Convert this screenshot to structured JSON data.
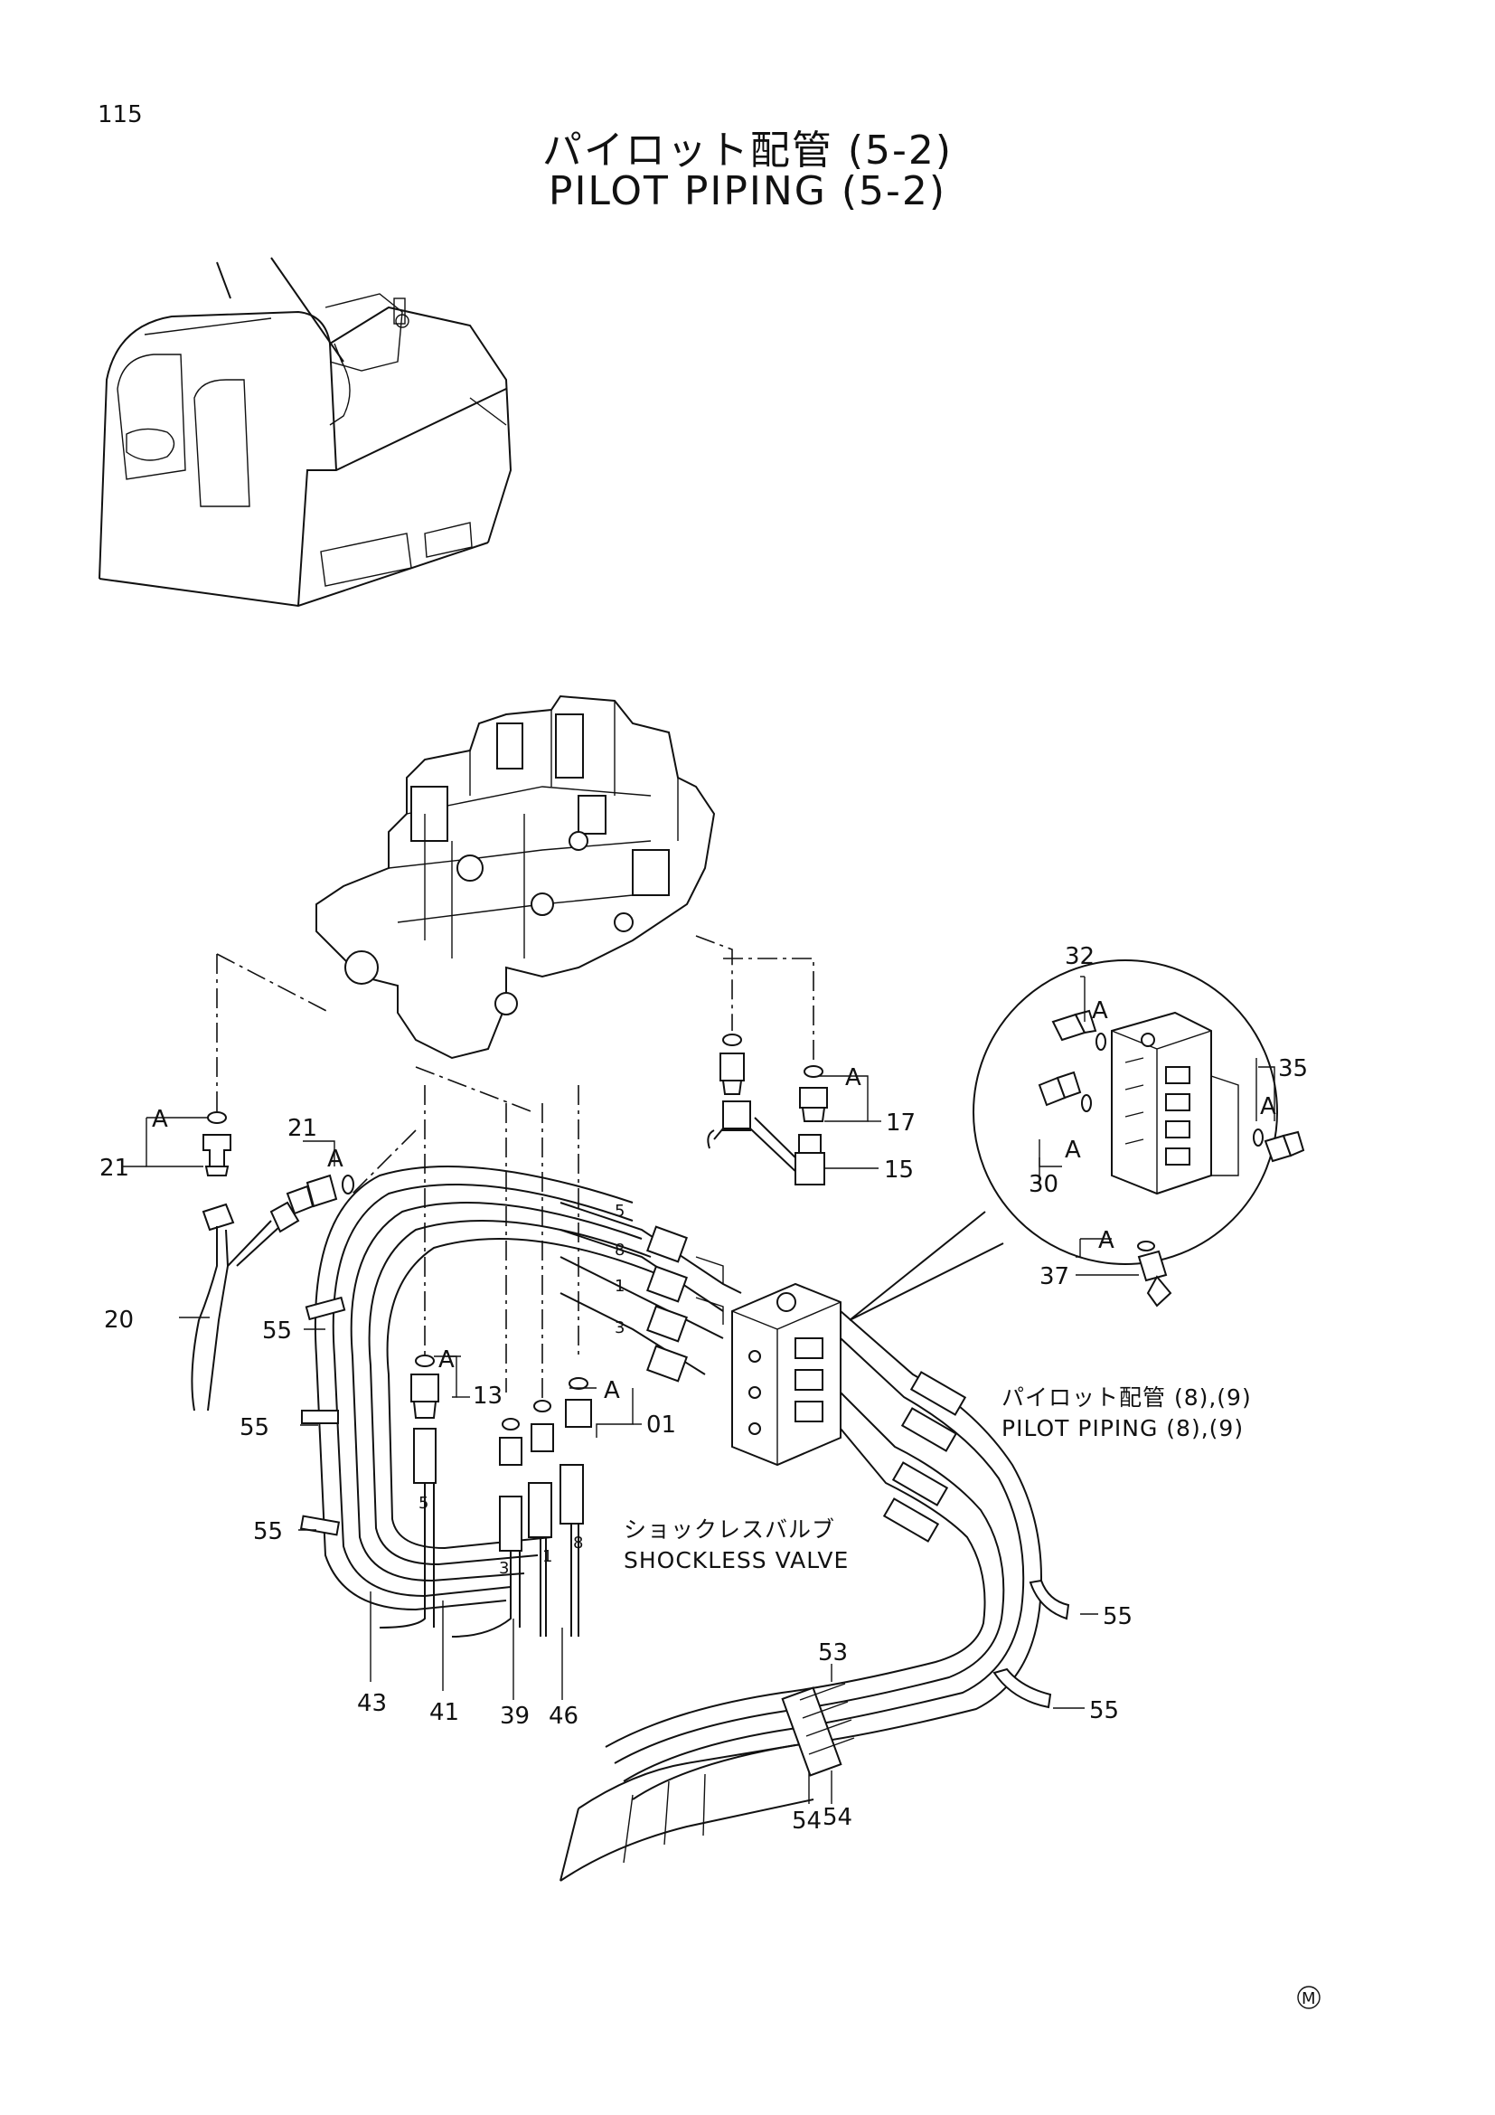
{
  "header": {
    "page_number": "115",
    "title_jp": "パイロット配管 (5-2)",
    "title_en": "PILOT PIPING (5-2)"
  },
  "callouts": {
    "c32": "32",
    "c35": "35",
    "c30": "30",
    "c37": "37",
    "c21a": "21",
    "c21b": "21",
    "c17": "17",
    "c15": "15",
    "c20": "20",
    "c55a": "55",
    "c55b": "55",
    "c55c": "55",
    "c55d": "55",
    "c55e": "55",
    "c13": "13",
    "c01": "01",
    "c43": "43",
    "c41": "41",
    "c39": "39",
    "c46": "46",
    "c53": "53",
    "c54a": "54",
    "c54b": "54"
  },
  "letters": {
    "a": "A"
  },
  "hose_numbers": {
    "h5": "5",
    "h8": "8",
    "h1": "1",
    "h3": "3"
  },
  "labels": {
    "pilot_jp": "パイロット配管 (8),(9)",
    "pilot_en": "PILOT PIPING (8),(9)",
    "shockless_jp": "ショックレスバルブ",
    "shockless_en": "SHOCKLESS VALVE"
  },
  "footer": {
    "mark": "M"
  }
}
